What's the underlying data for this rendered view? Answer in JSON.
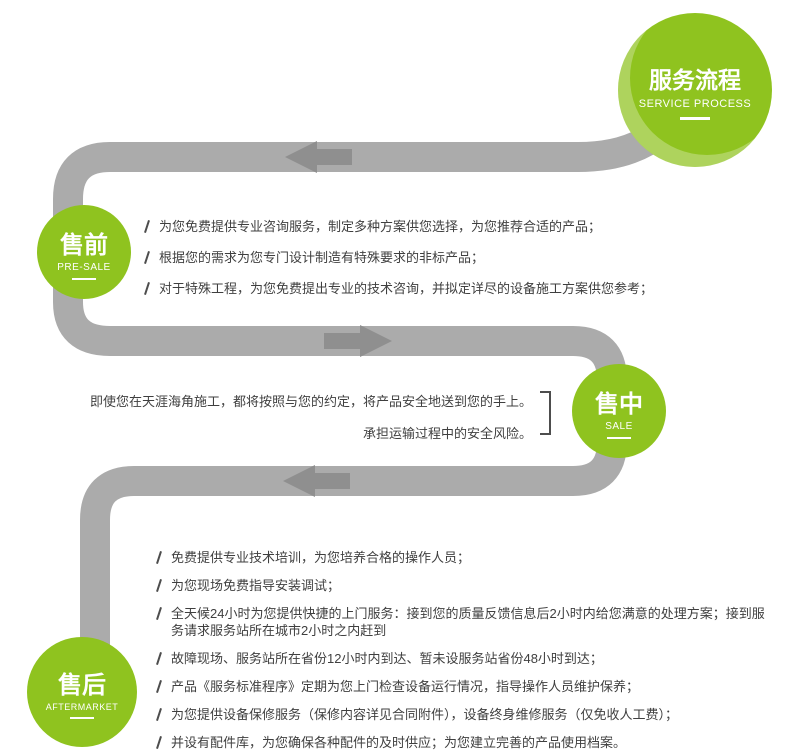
{
  "title": {
    "zh": "服务流程",
    "en": "SERVICE PROCESS"
  },
  "stages": {
    "presale": {
      "zh": "售前",
      "en": "PRE-SALE",
      "items": [
        "为您免费提供专业咨询服务，制定多种方案供您选择，为您推荐合适的产品；",
        "根据您的需求为您专门设计制造有特殊要求的非标产品；",
        "对于特殊工程，为您免费提出专业的技术咨询，并拟定详尽的设备施工方案供您参考；"
      ]
    },
    "sale": {
      "zh": "售中",
      "en": "SALE",
      "lines": [
        "即使您在天涯海角施工，都将按照与您的约定，将产品安全地送到您的手上。",
        "承担运输过程中的安全风险。"
      ]
    },
    "aftermarket": {
      "zh": "售后",
      "en": "AFTERMARKET",
      "items": [
        "免费提供专业技术培训，为您培养合格的操作人员；",
        "为您现场免费指导安装调试；",
        "全天候24小时为您提供快捷的上门服务：接到您的质量反馈信息后2小时内给您满意的处理方案；接到服务请求服务站所在城市2小时之内赶到",
        "故障现场、服务站所在省份12小时内到达、暂未设服务站省份48小时到达；",
        "产品《服务标准程序》定期为您上门检查设备运行情况，指导操作人员维护保养；",
        "为您提供设备保修服务（保修内容详见合同附件），设备终身维修服务（仅免收人工费）；",
        "并设有配件库，为您确保各种配件的及时供应；为您建立完善的产品使用档案。"
      ]
    }
  },
  "colors": {
    "green": "#8fc31f",
    "path_gray": "#ababab",
    "arrow_gray": "#8f8f8f",
    "text": "#3f3f3f"
  }
}
